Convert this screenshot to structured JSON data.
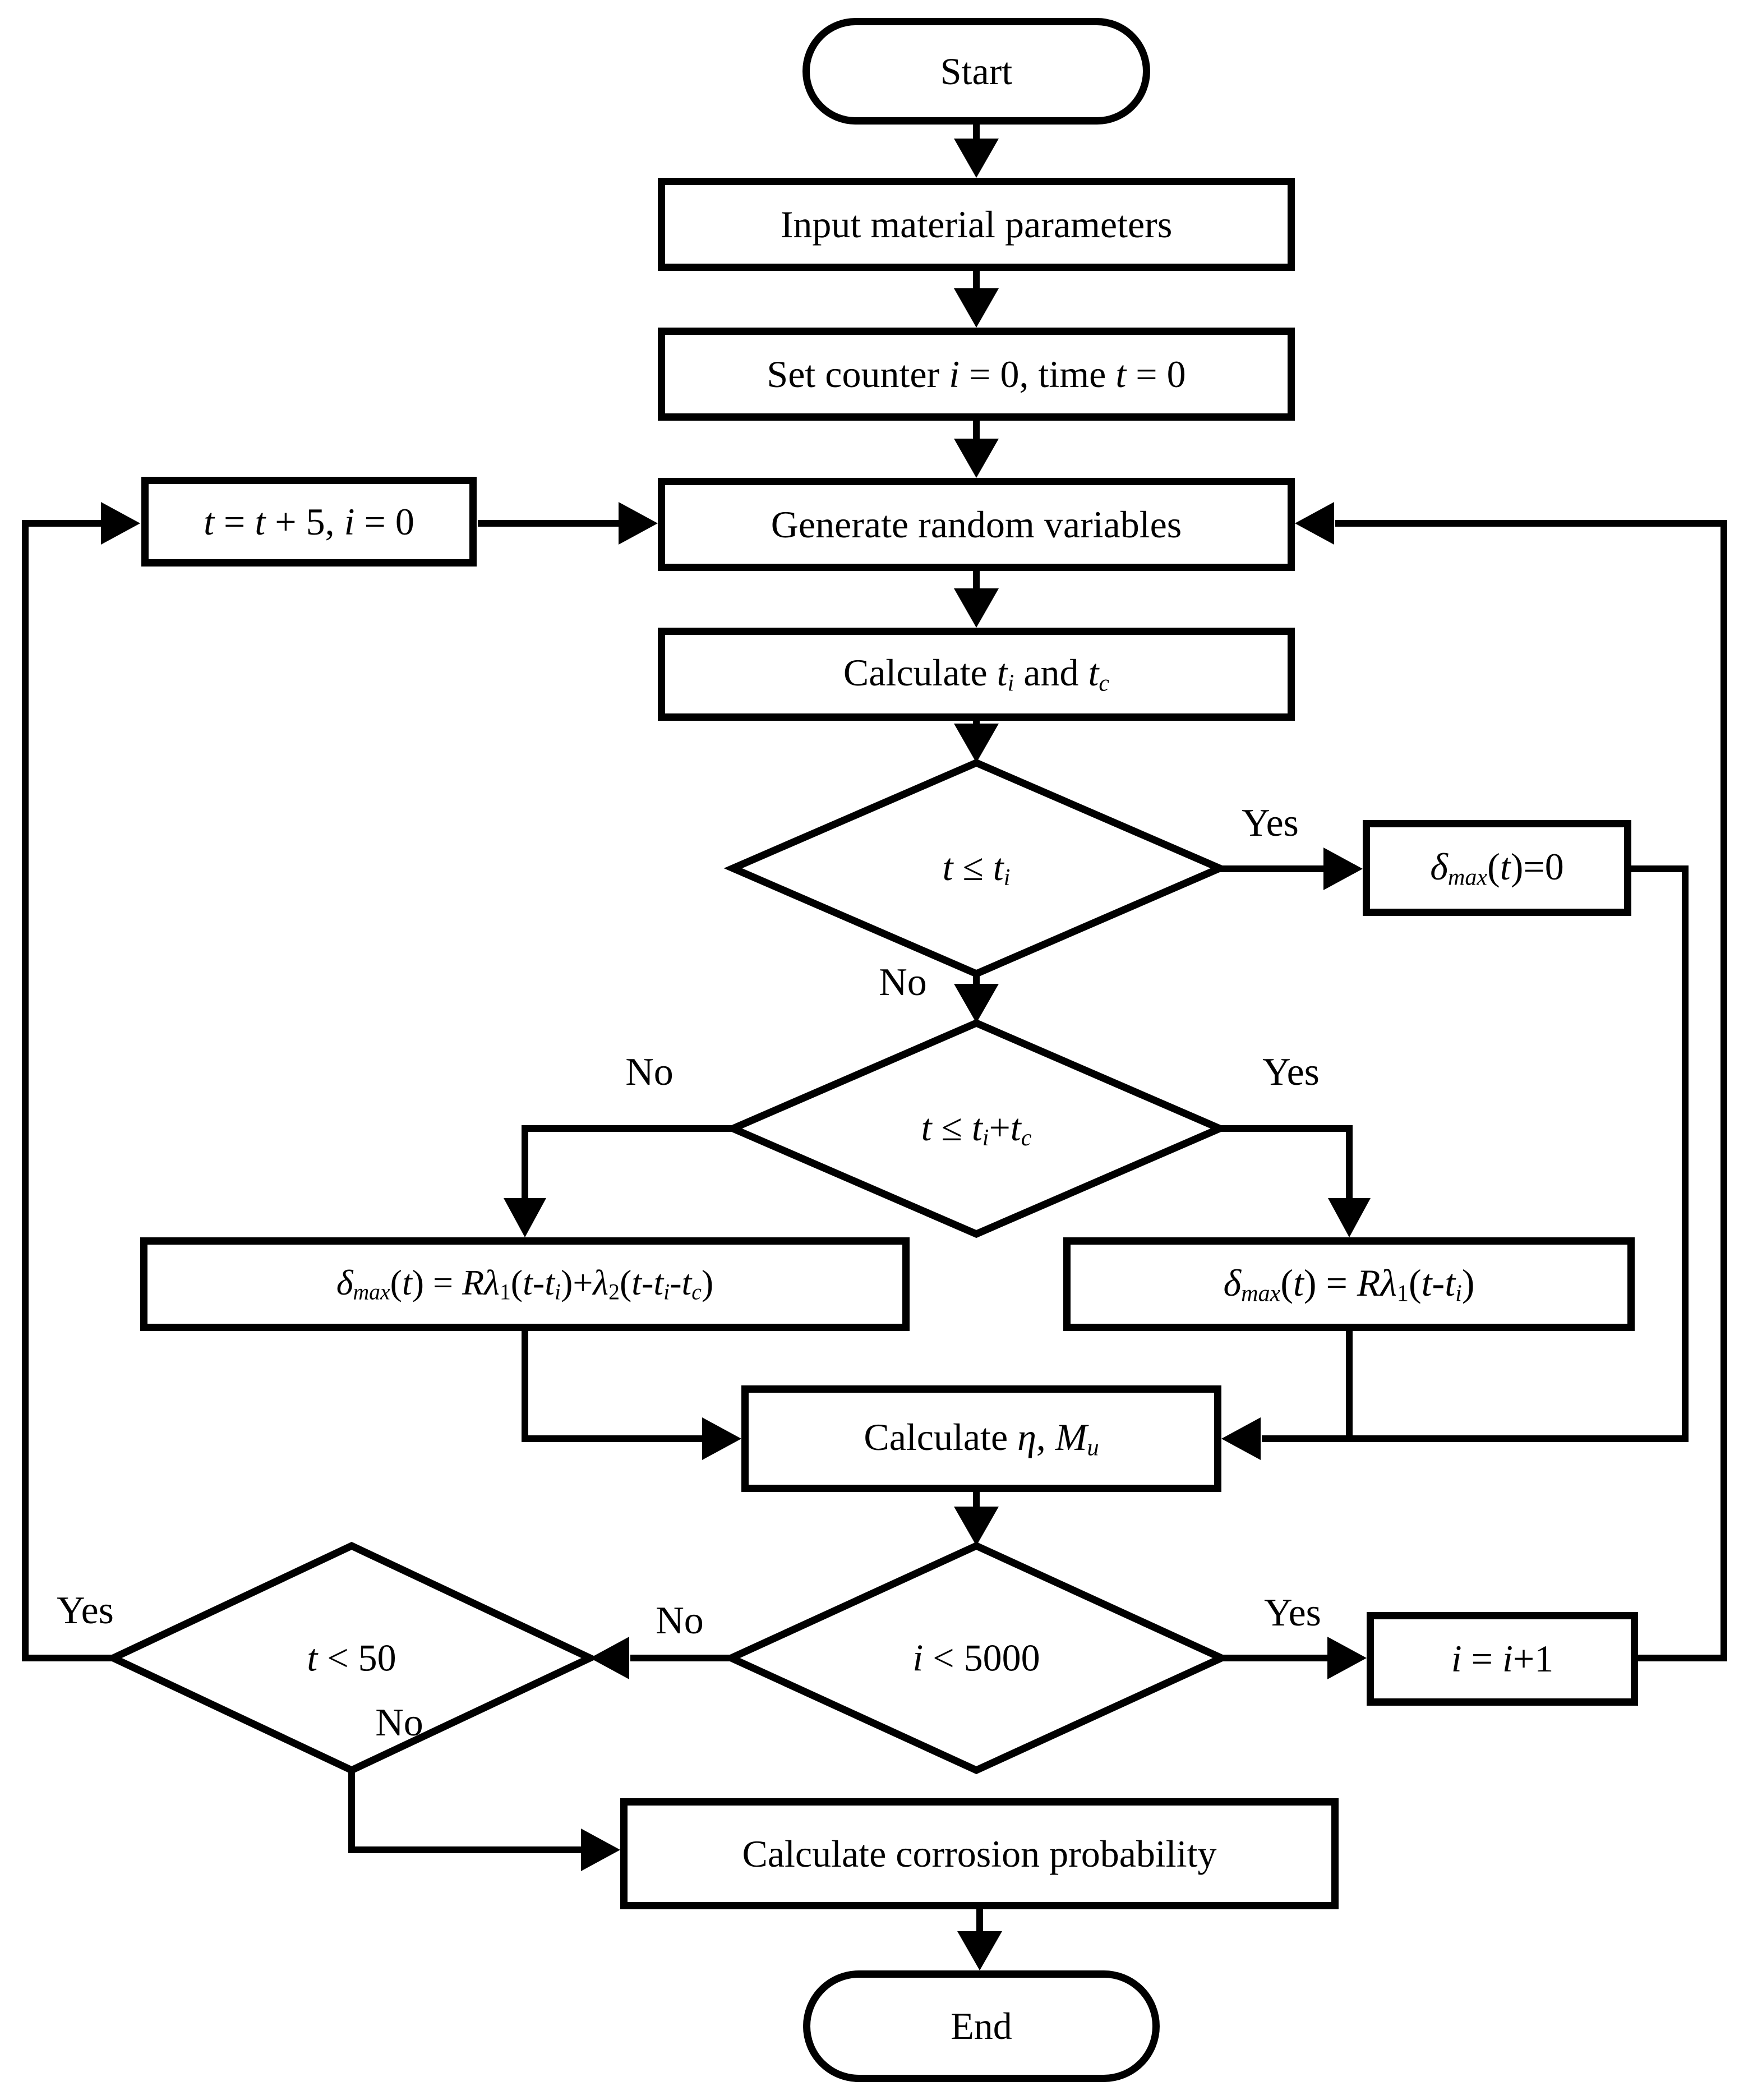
{
  "colors": {
    "ink": "#000000",
    "paper": "#ffffff"
  },
  "diagram_type": "flowchart",
  "nodes": {
    "start": {
      "kind": "terminal",
      "segments": [
        {
          "t": "Start",
          "s": "r"
        }
      ]
    },
    "input": {
      "kind": "process",
      "segments": [
        {
          "t": "Input material parameters",
          "s": "r"
        }
      ]
    },
    "set_counter": {
      "kind": "process",
      "segments": [
        {
          "t": "Set counter ",
          "s": "r"
        },
        {
          "t": "i",
          "s": "i"
        },
        {
          "t": " = 0, time ",
          "s": "r"
        },
        {
          "t": "t",
          "s": "i"
        },
        {
          "t": " = 0",
          "s": "r"
        }
      ]
    },
    "advance_time": {
      "kind": "process",
      "segments": [
        {
          "t": "t",
          "s": "i"
        },
        {
          "t": " = ",
          "s": "r"
        },
        {
          "t": "t",
          "s": "i"
        },
        {
          "t": " + 5, ",
          "s": "r"
        },
        {
          "t": "i",
          "s": "i"
        },
        {
          "t": " = 0",
          "s": "r"
        }
      ]
    },
    "generate": {
      "kind": "process",
      "segments": [
        {
          "t": "Generate random variables",
          "s": "r"
        }
      ]
    },
    "calc_times": {
      "kind": "process",
      "segments": [
        {
          "t": "Calculate ",
          "s": "r"
        },
        {
          "t": "t",
          "s": "i"
        },
        {
          "t": "i",
          "s": "si"
        },
        {
          "t": " and ",
          "s": "r"
        },
        {
          "t": "t",
          "s": "i"
        },
        {
          "t": "c",
          "s": "si"
        }
      ]
    },
    "check_ti": {
      "kind": "decision",
      "segments": [
        {
          "t": "t",
          "s": "i"
        },
        {
          "t": " ≤ ",
          "s": "r"
        },
        {
          "t": "t",
          "s": "i"
        },
        {
          "t": "i",
          "s": "si"
        }
      ]
    },
    "delta_zero": {
      "kind": "process",
      "segments": [
        {
          "t": "δ",
          "s": "i"
        },
        {
          "t": "max",
          "s": "si"
        },
        {
          "t": "(",
          "s": "r"
        },
        {
          "t": "t",
          "s": "i"
        },
        {
          "t": ")=0",
          "s": "r"
        }
      ]
    },
    "check_titc": {
      "kind": "decision",
      "segments": [
        {
          "t": "t",
          "s": "i"
        },
        {
          "t": " ≤ ",
          "s": "r"
        },
        {
          "t": "t",
          "s": "i"
        },
        {
          "t": "i",
          "s": "si"
        },
        {
          "t": "+",
          "s": "r"
        },
        {
          "t": "t",
          "s": "i"
        },
        {
          "t": "c",
          "s": "si"
        }
      ]
    },
    "delta_two_phase": {
      "kind": "process",
      "segments": [
        {
          "t": "δ",
          "s": "i"
        },
        {
          "t": "max",
          "s": "si"
        },
        {
          "t": "(",
          "s": "r"
        },
        {
          "t": "t",
          "s": "i"
        },
        {
          "t": ") = ",
          "s": "r"
        },
        {
          "t": "Rλ",
          "s": "i"
        },
        {
          "t": "1",
          "s": "sr"
        },
        {
          "t": "(",
          "s": "r"
        },
        {
          "t": "t",
          "s": "i"
        },
        {
          "t": "-",
          "s": "r"
        },
        {
          "t": "t",
          "s": "i"
        },
        {
          "t": "i",
          "s": "si"
        },
        {
          "t": ")+",
          "s": "r"
        },
        {
          "t": "λ",
          "s": "i"
        },
        {
          "t": "2",
          "s": "sr"
        },
        {
          "t": "(",
          "s": "r"
        },
        {
          "t": "t",
          "s": "i"
        },
        {
          "t": "-",
          "s": "r"
        },
        {
          "t": "t",
          "s": "i"
        },
        {
          "t": "i",
          "s": "si"
        },
        {
          "t": "-",
          "s": "r"
        },
        {
          "t": "t",
          "s": "i"
        },
        {
          "t": "c",
          "s": "si"
        },
        {
          "t": ")",
          "s": "r"
        }
      ]
    },
    "delta_one_phase": {
      "kind": "process",
      "segments": [
        {
          "t": "δ",
          "s": "i"
        },
        {
          "t": "max",
          "s": "si"
        },
        {
          "t": "(",
          "s": "r"
        },
        {
          "t": "t",
          "s": "i"
        },
        {
          "t": ") = ",
          "s": "r"
        },
        {
          "t": "Rλ",
          "s": "i"
        },
        {
          "t": "1",
          "s": "sr"
        },
        {
          "t": "(",
          "s": "r"
        },
        {
          "t": "t",
          "s": "i"
        },
        {
          "t": "-",
          "s": "r"
        },
        {
          "t": "t",
          "s": "i"
        },
        {
          "t": "i",
          "s": "si"
        },
        {
          "t": ")",
          "s": "r"
        }
      ]
    },
    "calc_eta": {
      "kind": "process",
      "segments": [
        {
          "t": "Calculate ",
          "s": "r"
        },
        {
          "t": "η",
          "s": "i"
        },
        {
          "t": ", ",
          "s": "r"
        },
        {
          "t": "M",
          "s": "i"
        },
        {
          "t": "u",
          "s": "si"
        }
      ]
    },
    "check_iter": {
      "kind": "decision",
      "segments": [
        {
          "t": "i",
          "s": "i"
        },
        {
          "t": " < 5000",
          "s": "r"
        }
      ]
    },
    "increment": {
      "kind": "process",
      "segments": [
        {
          "t": "i",
          "s": "i"
        },
        {
          "t": " = ",
          "s": "r"
        },
        {
          "t": "i",
          "s": "i"
        },
        {
          "t": "+1",
          "s": "r"
        }
      ]
    },
    "check_time": {
      "kind": "decision",
      "segments": [
        {
          "t": "t",
          "s": "i"
        },
        {
          "t": " < 50",
          "s": "r"
        }
      ]
    },
    "calc_prob": {
      "kind": "process",
      "segments": [
        {
          "t": "Calculate corrosion probability",
          "s": "r"
        }
      ]
    },
    "end": {
      "kind": "terminal",
      "segments": [
        {
          "t": "End",
          "s": "r"
        }
      ]
    }
  },
  "edge_labels": {
    "check_ti_yes": "Yes",
    "check_ti_no": "No",
    "check_titc_no": "No",
    "check_titc_yes": "Yes",
    "check_iter_no": "No",
    "check_iter_yes": "Yes",
    "check_time_yes": "Yes",
    "check_time_no": "No"
  }
}
